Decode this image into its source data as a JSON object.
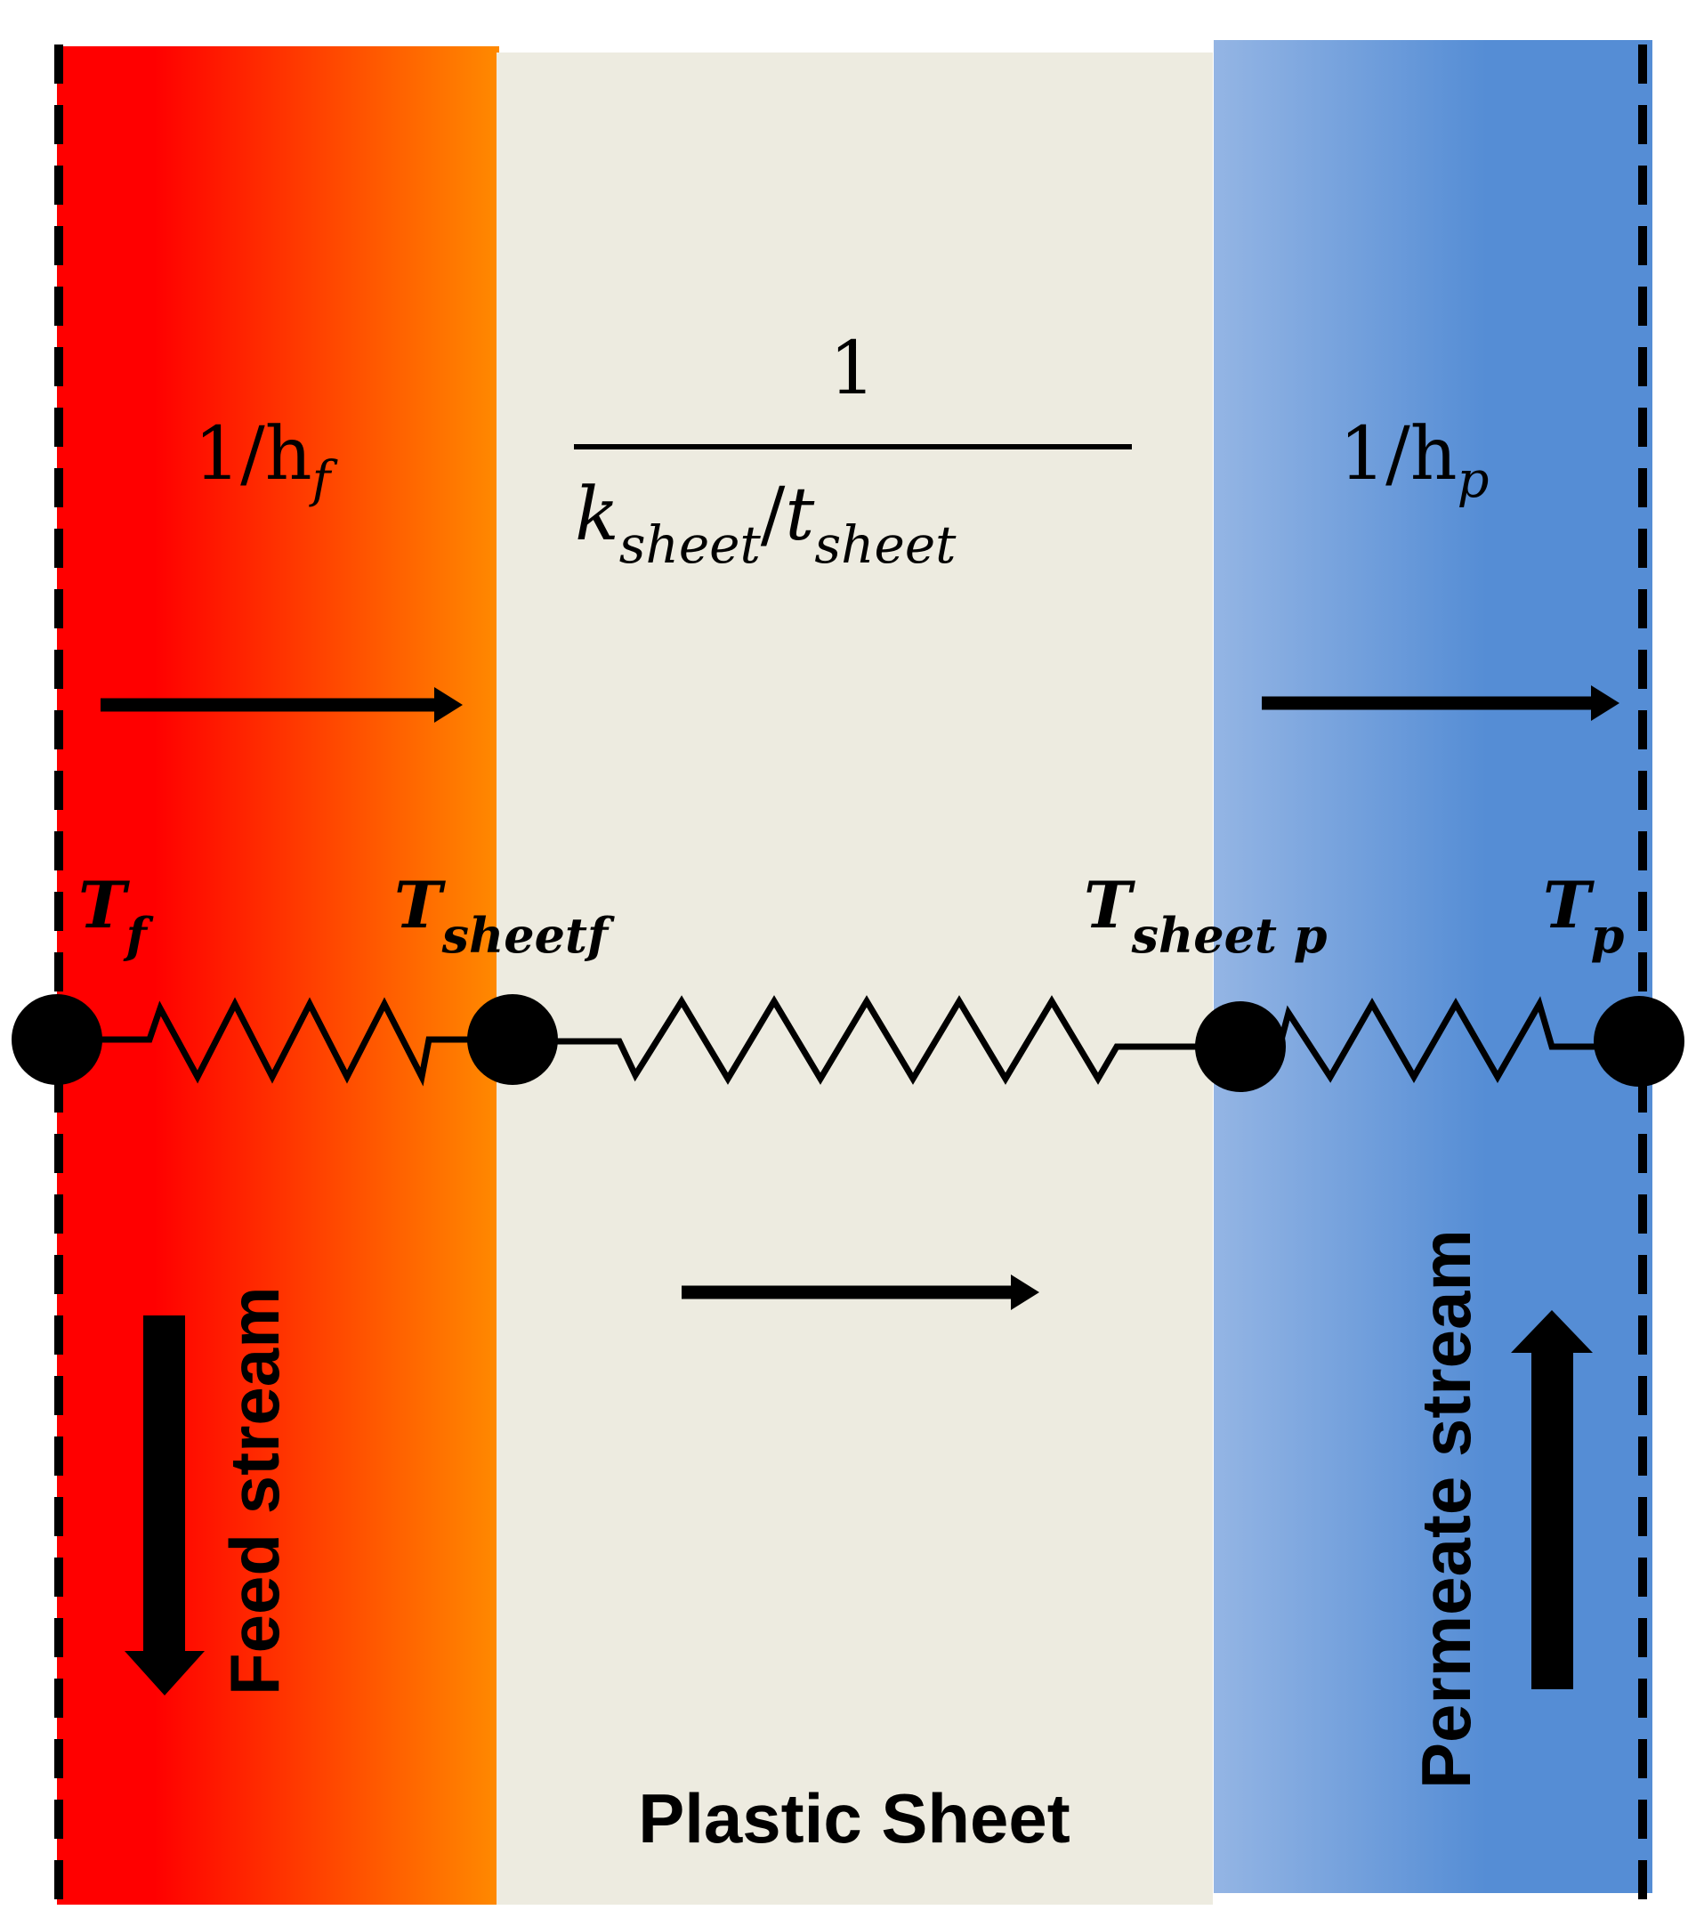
{
  "regions": {
    "feed": {
      "name": "Feed stream",
      "gradient_start": "#ff0000",
      "gradient_end": "#ff8a00"
    },
    "sheet": {
      "name": "Plastic Sheet",
      "color": "#edebe0"
    },
    "permeate": {
      "name": "Permeate stream",
      "gradient_start": "#94b5e4",
      "gradient_end": "#558dd5"
    }
  },
  "resistances": {
    "feed": {
      "prefix": "1/h",
      "subscript": "f"
    },
    "sheet": {
      "numerator": "1",
      "k": "k",
      "k_sub": "sheet",
      "slash": "/",
      "t": "t",
      "t_sub": "sheet"
    },
    "permeate": {
      "prefix": "1/h",
      "subscript": "p"
    }
  },
  "temperatures": {
    "feed": {
      "symbol": "T",
      "subscript": "f"
    },
    "sheet_feed": {
      "symbol": "T",
      "subscript": "sheetf"
    },
    "sheet_permeate": {
      "symbol": "T",
      "subscript": "sheet p"
    },
    "permeate": {
      "symbol": "T",
      "subscript": "p"
    }
  },
  "colors": {
    "ink": "#000000",
    "dash": "#000000"
  },
  "icons": {
    "heat_flow": "right-arrow",
    "feed_flow": "down-arrow",
    "permeate_flow": "up-arrow",
    "resistor": "zigzag-resistor",
    "node": "filled-circle"
  }
}
